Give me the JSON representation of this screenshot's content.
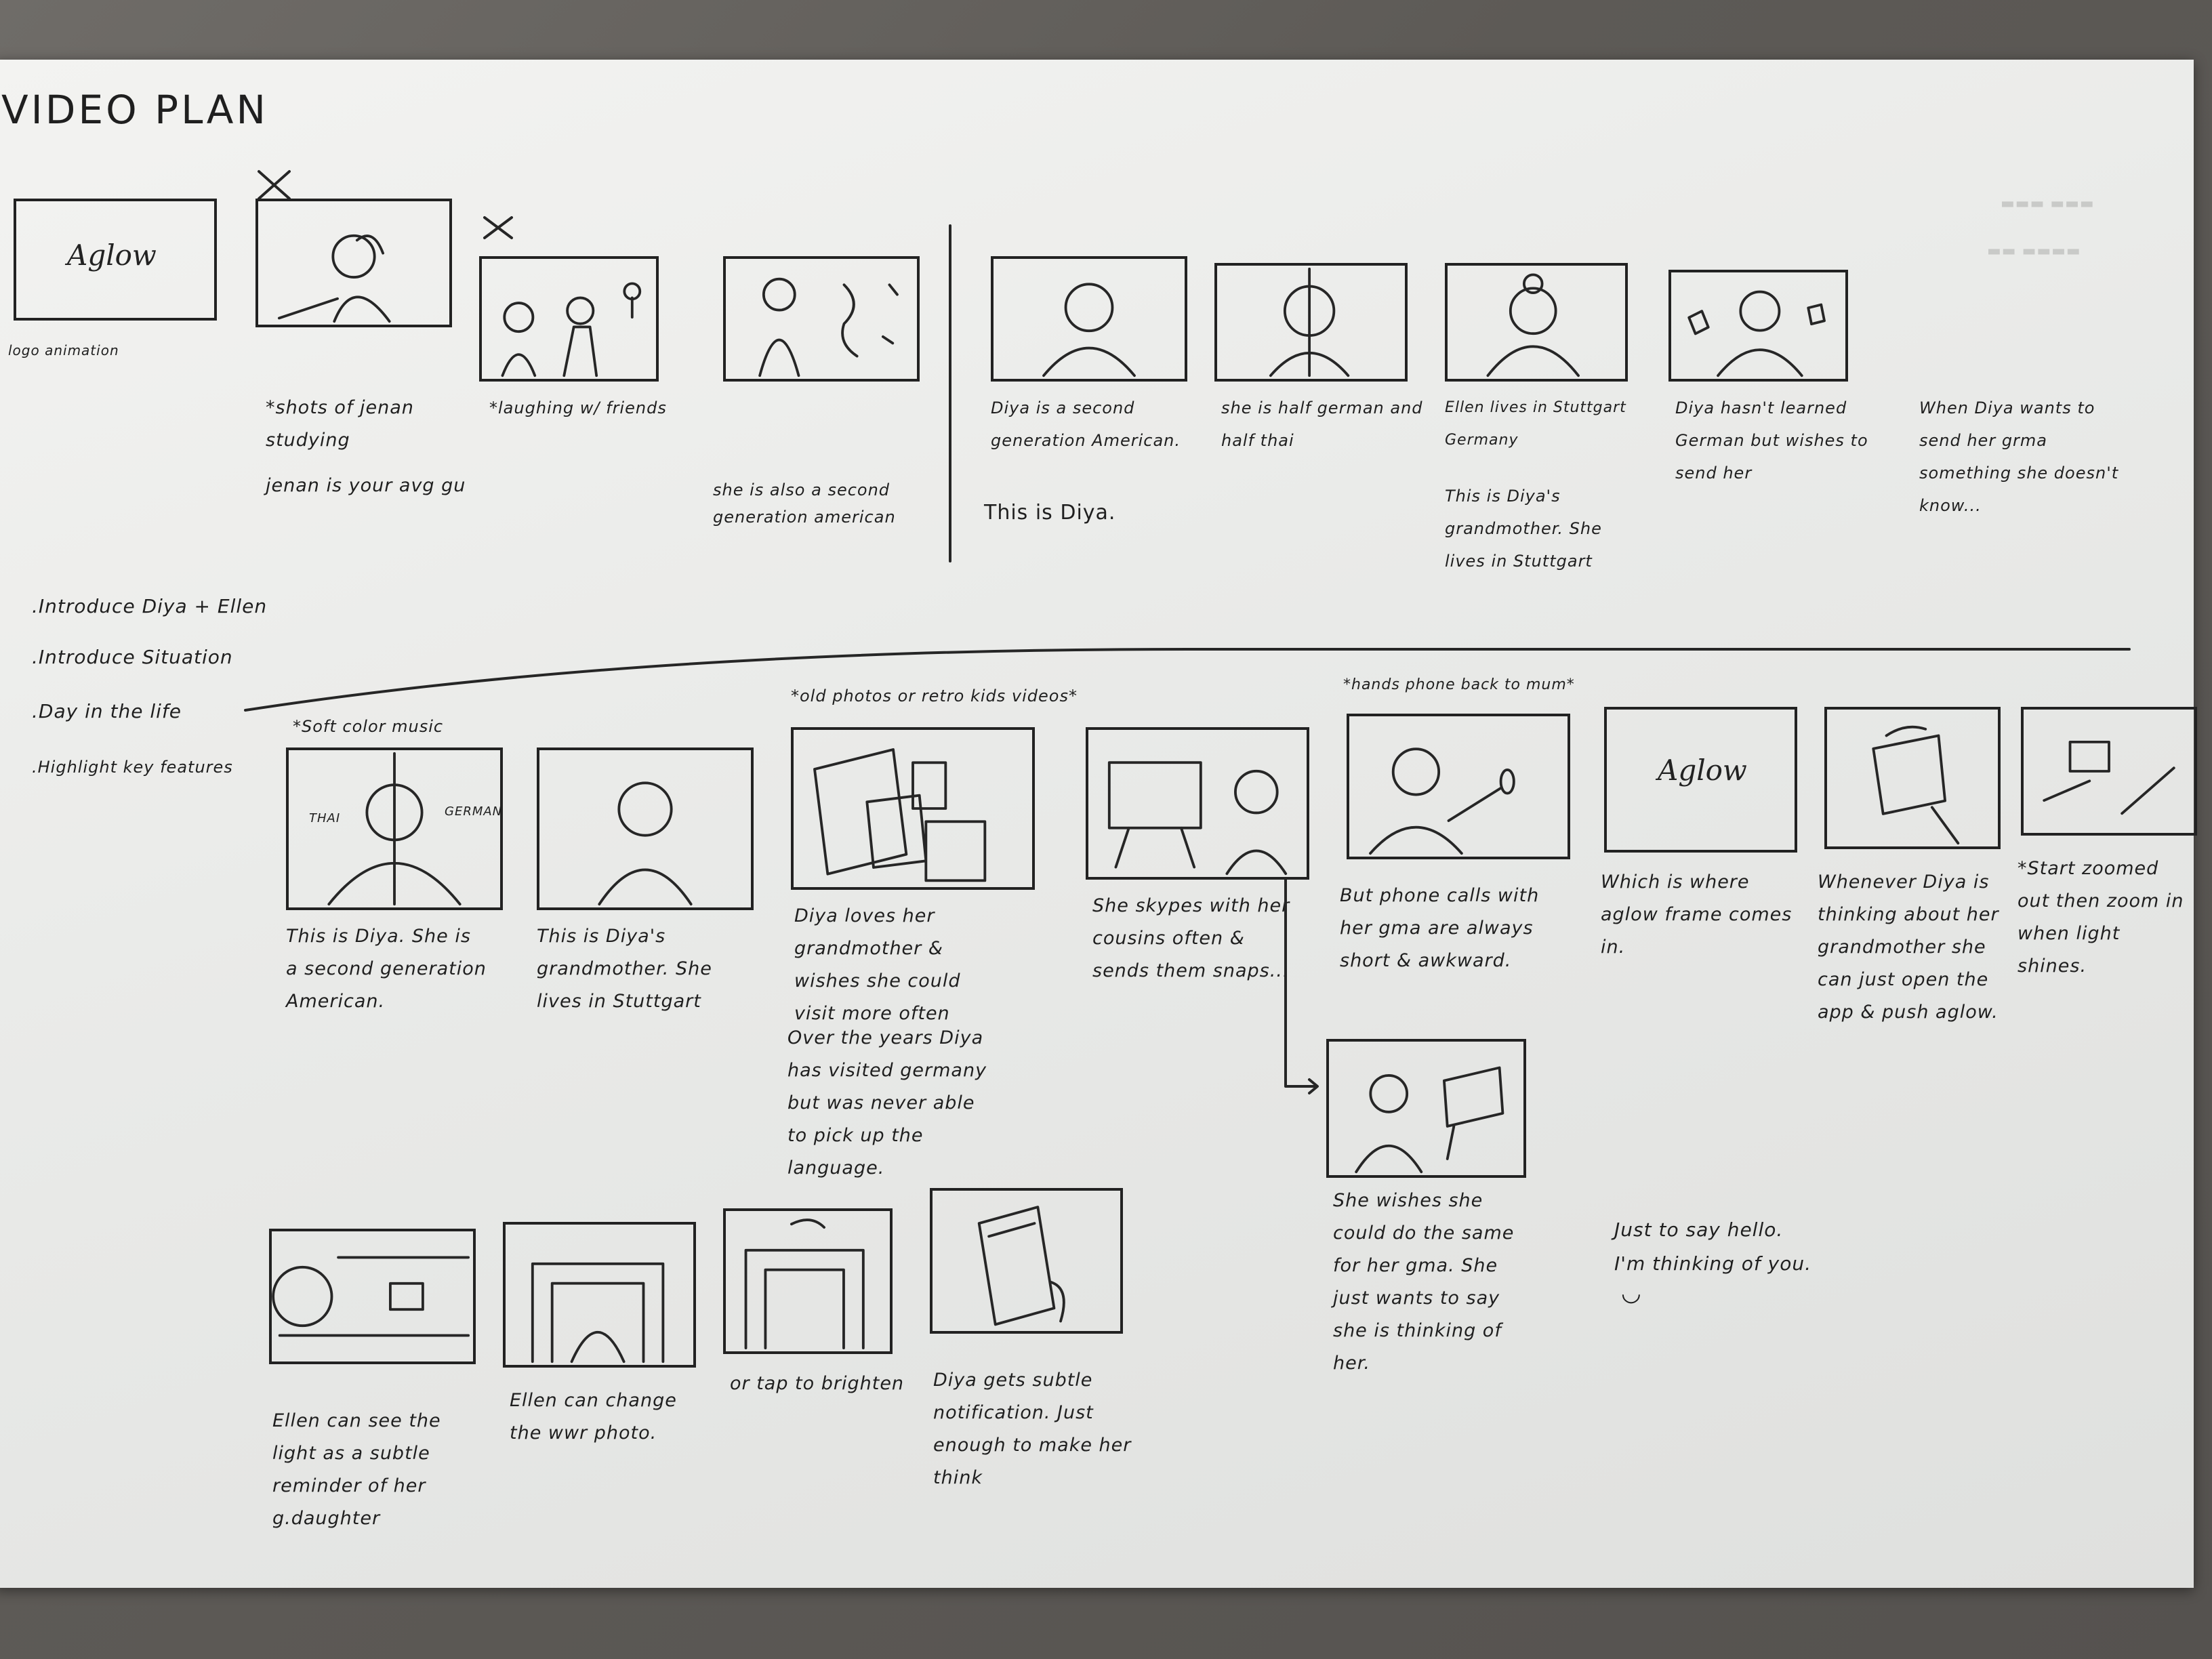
{
  "title": "VIDEO PLAN",
  "logo_text": "Aglow",
  "row1": [
    {
      "caption": "logo animation",
      "extra": ""
    },
    {
      "caption": "*shots of jenan studying",
      "extra": "jenan is your avg gu"
    },
    {
      "caption": "*laughing w/ friends",
      "extra": ""
    },
    {
      "caption": "",
      "extra": "she is also a second generation american"
    },
    {
      "caption": "Diya is a second generation American.",
      "extra": "This is Diya."
    },
    {
      "caption": "she is half german and half thai",
      "extra": ""
    },
    {
      "caption": "Ellen lives in Stuttgart Germany",
      "extra": "This is Diya's grandmother. She lives in Stuttgart"
    },
    {
      "caption": "Diya hasn't learned German but wishes to send her",
      "extra": ""
    },
    {
      "caption": "When Diya wants to send her grma something she doesn't know...",
      "extra": ""
    }
  ],
  "bullets": [
    ".Introduce Diya + Ellen",
    ".Introduce Situation",
    ".Day in the life",
    ".Highlight key features"
  ],
  "row2": [
    {
      "note": "*Soft color music",
      "caption": "This is Diya. She is a second generation American.",
      "labels": [
        "THAI",
        "GERMAN"
      ]
    },
    {
      "note": "",
      "caption": "This is Diya's grandmother. She lives in Stuttgart"
    },
    {
      "note": "*old photos or retro kids videos*",
      "caption": "Diya loves her grandmother & wishes she could visit more often",
      "extra": "Over the years Diya has visited germany but was never able to pick up the language."
    },
    {
      "note": "",
      "caption": "She skypes with her cousins often & sends them snaps..."
    },
    {
      "note": "*hands phone back to mum*",
      "caption": "But phone calls with her gma are always short & awkward."
    },
    {
      "note": "",
      "caption": "Which is where aglow frame comes in."
    },
    {
      "note": "",
      "caption": "Whenever Diya is thinking about her grandmother she can just open the app & push aglow."
    },
    {
      "note": "",
      "caption": "*Start zoomed out then zoom in when light shines."
    }
  ],
  "branch": {
    "caption": "She wishes she could do the same for her gma. She just wants to say she is thinking of her."
  },
  "row3": [
    {
      "caption": "Ellen can see the light as a subtle reminder of her g.daughter"
    },
    {
      "caption": "Ellen can change the wwr photo."
    },
    {
      "caption": "or tap to brighten"
    },
    {
      "caption": "Diya gets subtle notification. Just enough to make her think"
    }
  ],
  "message": {
    "line1": "Just to say hello.",
    "line2": "I'm thinking of you.",
    "smiley": "◡"
  }
}
